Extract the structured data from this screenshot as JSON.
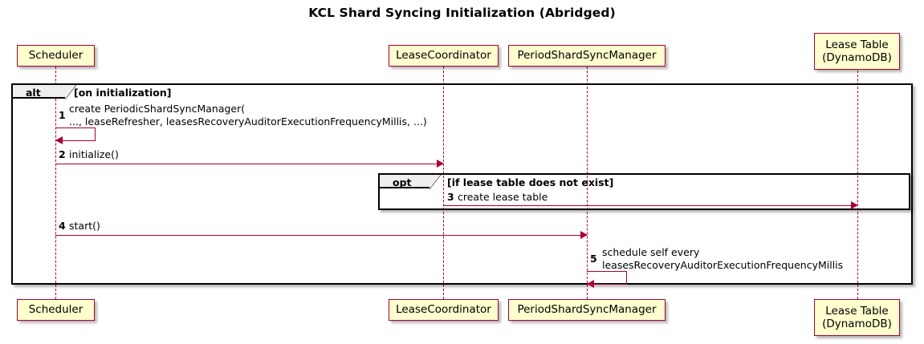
{
  "title": "KCL Shard Syncing Initialization (Abridged)",
  "colors": {
    "participant_fill": "#FEFECE",
    "participant_border": "#A80036",
    "arrow": "#A80036",
    "frame_border": "#000000",
    "frame_tab_fill": "#EEEEEE",
    "background": "#FFFFFF"
  },
  "participants": [
    {
      "id": "scheduler",
      "lines": [
        "Scheduler"
      ]
    },
    {
      "id": "lease-coordinator",
      "lines": [
        "LeaseCoordinator"
      ]
    },
    {
      "id": "period-shard-sync-manager",
      "lines": [
        "PeriodShardSyncManager"
      ]
    },
    {
      "id": "lease-table",
      "lines": [
        "Lease Table",
        "(DynamoDB)"
      ]
    }
  ],
  "fragments": [
    {
      "id": "alt",
      "label": "alt",
      "condition": "[on initialization]"
    },
    {
      "id": "opt",
      "label": "opt",
      "condition": "[if lease table does not exist]"
    }
  ],
  "messages": [
    {
      "num": "1",
      "lines": [
        "create PeriodicShardSyncManager(",
        "    ..., leaseRefresher, leasesRecoveryAuditorExecutionFrequencyMillis, ...)"
      ],
      "from": "scheduler",
      "to": "scheduler",
      "self": true
    },
    {
      "num": "2",
      "lines": [
        "initialize()"
      ],
      "from": "scheduler",
      "to": "lease-coordinator",
      "self": false
    },
    {
      "num": "3",
      "lines": [
        "create lease table"
      ],
      "from": "lease-coordinator",
      "to": "lease-table",
      "self": false
    },
    {
      "num": "4",
      "lines": [
        "start()"
      ],
      "from": "scheduler",
      "to": "period-shard-sync-manager",
      "self": false
    },
    {
      "num": "5",
      "lines": [
        "schedule self every",
        "    leasesRecoveryAuditorExecutionFrequencyMillis"
      ],
      "from": "period-shard-sync-manager",
      "to": "period-shard-sync-manager",
      "self": true
    }
  ]
}
